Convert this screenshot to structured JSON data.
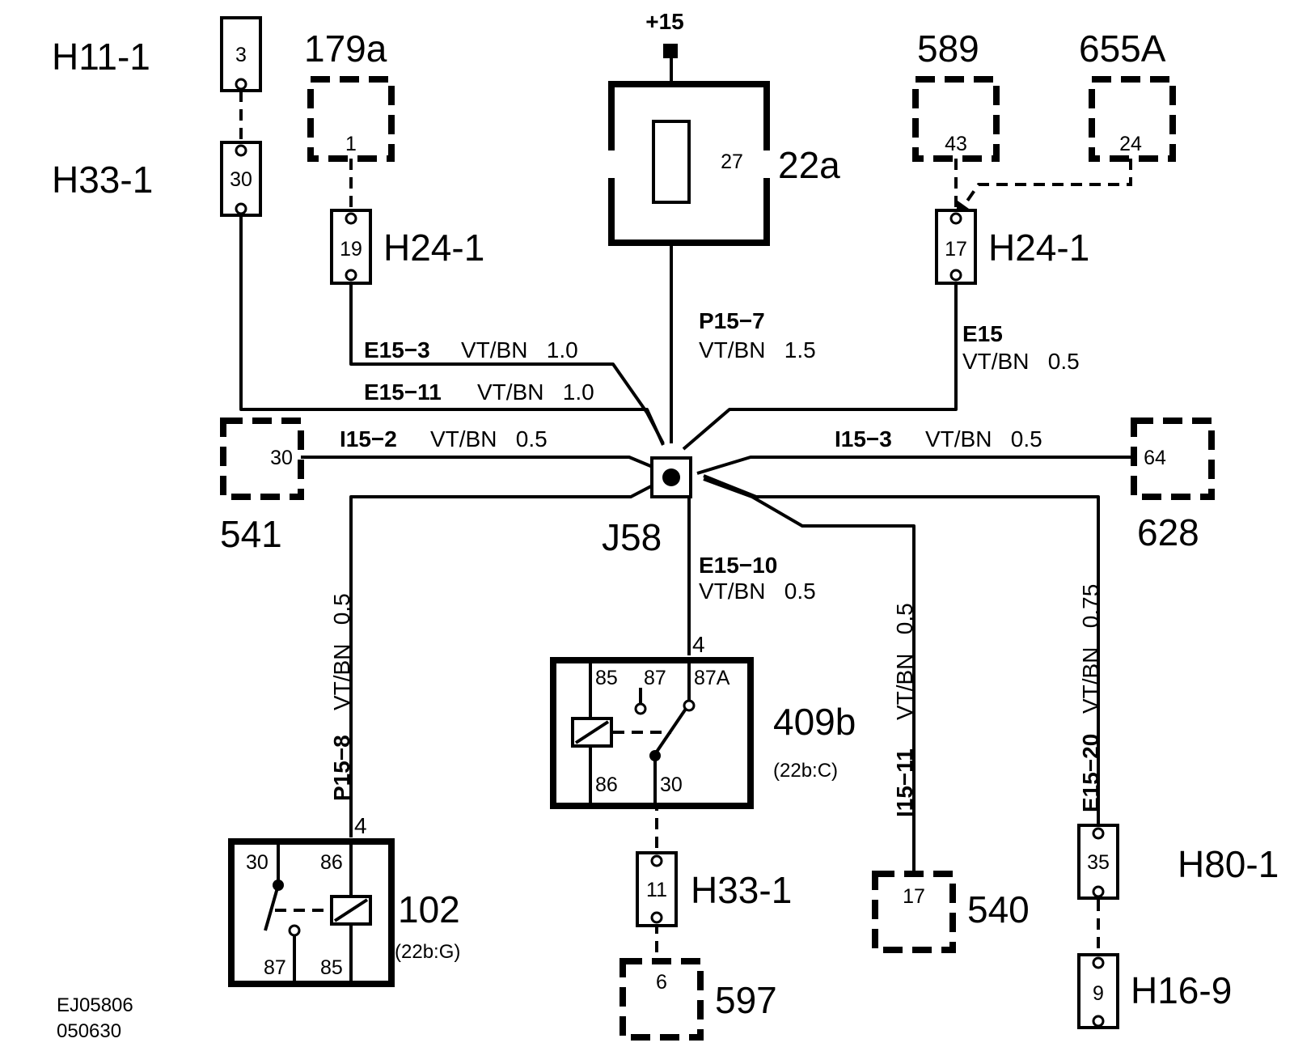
{
  "supply": {
    "label": "+15"
  },
  "fuse": {
    "id": "22a",
    "number": "27"
  },
  "splice": {
    "id": "J58"
  },
  "top_left": {
    "conn1": {
      "id": "H11-1",
      "pin": "3"
    },
    "conn2": {
      "id": "H33-1",
      "pin": "30"
    },
    "unit179": {
      "id": "179a",
      "pin": "1"
    },
    "conn3": {
      "id": "H24-1",
      "pin": "19"
    }
  },
  "top_right": {
    "unit589": {
      "id": "589",
      "pin": "43"
    },
    "unit655": {
      "id": "655A",
      "pin": "24"
    },
    "conn4": {
      "id": "H24-1",
      "pin": "17"
    }
  },
  "wires": {
    "p15_7": {
      "name": "P15−7",
      "spec": "VT/BN   1.5"
    },
    "e15_3": {
      "name": "E15−3",
      "spec": "VT/BN   1.0"
    },
    "e15_11": {
      "name": "E15−11",
      "spec": "VT/BN   1.0"
    },
    "e15": {
      "name": "E15",
      "spec": "VT/BN   0.5"
    },
    "i15_2": {
      "name": "I15−2",
      "spec": "VT/BN   0.5"
    },
    "i15_3": {
      "name": "I15−3",
      "spec": "VT/BN   0.5"
    },
    "e15_10": {
      "name": "E15−10",
      "spec": "VT/BN   0.5"
    },
    "p15_8": {
      "name": "P15−8",
      "spec": "VT/BN   0.5"
    },
    "i15_11": {
      "name": "I15−11",
      "spec": "VT/BN   0.5"
    },
    "e15_20": {
      "name": "E15−20",
      "spec": "VT/BN   0.75"
    }
  },
  "unit541": {
    "id": "541",
    "pin": "30"
  },
  "unit628": {
    "id": "628",
    "pin": "64"
  },
  "relay409": {
    "id": "409b",
    "ref": "(22b:C)",
    "wire_pin": "4",
    "pins": [
      "85",
      "87",
      "87A",
      "86",
      "30"
    ]
  },
  "relay102": {
    "id": "102",
    "ref": "(22b:G)",
    "wire_pin": "4",
    "pins": [
      "30",
      "86",
      "87",
      "85"
    ]
  },
  "conn5": {
    "id": "H33-1",
    "pin": "11"
  },
  "unit597": {
    "id": "597",
    "pin": "6"
  },
  "unit540": {
    "id": "540",
    "pin": "17"
  },
  "conn6": {
    "id": "H80-1",
    "pin": "35"
  },
  "conn7": {
    "id": "H16-9",
    "pin": "9"
  },
  "footer": {
    "code": "EJ05806",
    "date": "050630"
  }
}
